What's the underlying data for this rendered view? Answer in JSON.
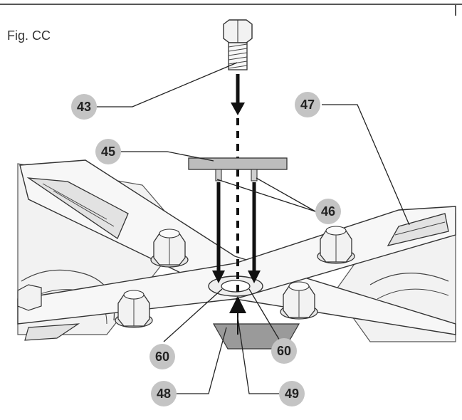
{
  "figure": {
    "title": "Fig. CC",
    "callouts": {
      "c43": "43",
      "c45": "45",
      "c46": "46",
      "c47": "47",
      "c60a": "60",
      "c60b": "60",
      "c48": "48",
      "c49": "49"
    }
  },
  "colors": {
    "callout_fill": "#c4c4c4",
    "line": "#2a2a2a",
    "blade_fill": "#f4f4f4",
    "shadow_fill": "#9a9a9a"
  }
}
